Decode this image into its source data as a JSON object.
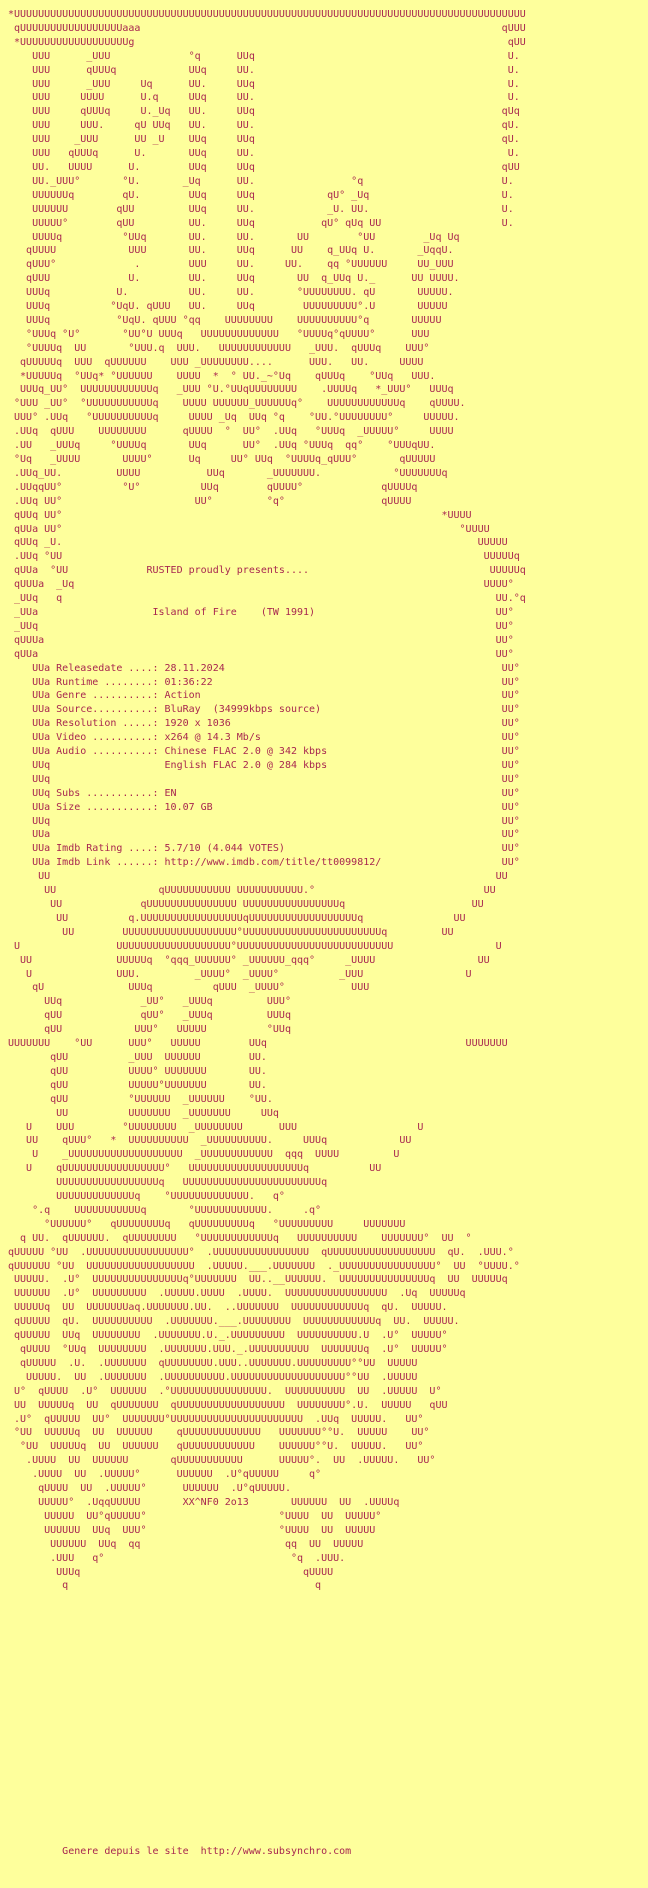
{
  "page": {
    "background_color": "#feff9c",
    "text_color": "#a8274f"
  },
  "header": {
    "presents_line": "RUSTED proudly presents....",
    "release_title": "Island of Fire    (TW 1991)"
  },
  "release_info": {
    "releasedate": "28.11.2024",
    "runtime": "01:36:22",
    "genre": "Action",
    "source": "BluRay  (34999kbps source)",
    "resolution": "1920 x 1036",
    "video": "x264 @ 14.3 Mb/s",
    "audio_1": "Chinese FLAC 2.0 @ 342 kbps",
    "audio_2": "English FLAC 2.0 @ 284 kbps",
    "subs": "EN",
    "size": "10.07 GB",
    "imdb_rating": "5.7/10 (4.044 VOTES)",
    "imdb_link": "http://www.imdb.com/title/tt0099812/"
  },
  "credits": {
    "nfo_tag": "XX^NF0 2o13"
  },
  "nfo": {
    "art_lines": [
      "*UUUUUUUUUUUUUUUUUUUUUUUUUUUUUUUUUUUUUUUUUUUUUUUUUUUUUUUUUUUUUUUUUUUUUUUUUUUUUUUUUUUUU",
      " qUUUUUUUUUUUUUUUUUaaa                                                            qUUU",
      " *UUUUUUUUUUUUUUUUUUg                                                              qUU",
      "    UUU      _UUU             °q      UUq                                          U.",
      "    UUU      qUUUq            UUq     UU.                                          U.",
      "    UUU      _UUU     Uq      UU.     UUq                                          U.",
      "    UUU     UUUU      U.q     UUq     UU.                                          U.",
      "    UUU     qUUUq     U._Uq   UU.     UUq                                         qUq",
      "    UUU     UUU.     qU UUq   UU.     UU.                                         qU.",
      "    UUU    _UUU      UU _U    UUq     UUq                                         qU.",
      "    UUU   qUUUq      U.       UUq     UU.                                          U.",
      "    UU.   UUUU      U.        UUq     UUq                                         qUU",
      "    UU._UUU°       °U.       _Uq      UU.                °q                       U.",
      "    UUUUUUq        qU.        UUq     UUq            qU° _Uq                      U.",
      "    UUUUUU        qUU         UUq     UU.            _U. UU.                      U.",
      "    UUUUU°        qUU         UU.     UUq           qU° qUq UU                    U.",
      "    UUUUq          °UUq       UU.     UU.       UU        °UU        _Uq Uq",
      "   qUUUU            UUU       UU.     UUq      UU    q_UUq U.       _UqqU.",
      "   qUUU°             .        UUU     UU.     UU.    qq °UUUUUU     UU_UUU",
      "   qUUU             U.        UU.     UUq       UU  q_UUq U._      UU UUUU.",
      "   UUUq           U.          UU.     UU.       °UUUUUUUU. qU       UUUUU.",
      "   UUUq          °UqU. qUUU   UU.     UUq        UUUUUUUUU°.U       UUUUU",
      "   UUUq           °UqU. qUUU °qq    UUUUUUUU    UUUUUUUUUU°q       UUUUU",
      "   °UUUq °U°       °UU°U UUUq   UUUUUUUUUUUUU   °UUUUq°qUUUU°      UUU",
      "   °UUUUq  UU       °UUU.q  UUU.   UUUUUUUUUUUU   _UUU.  qUUUq    UUU°",
      "  qUUUUUq  UUU  qUUUUUU    UUU _UUUUUUUU....      UUU.   UU.     UUUU",
      "  *UUUUUq  °UUq* °UUUUUU    UUUU  *  ° UU._~°Uq    qUUUq    °UUq   UUU.",
      "  UUUq_UU°  UUUUUUUUUUUUq   _UUU °U.°UUqUUUUUUUU    .UUUUq   *_UUU°   UUUq",
      " °UUU _UU°  °UUUUUUUUUUUq    UUUU UUUUUU_UUUUUUq°    UUUUUUUUUUUUq    qUUUU.",
      " UUU° .UUq   °UUUUUUUUUUq     UUUU _Uq  UUq °q    °UU.°UUUUUUUU°     UUUUU.",
      " .UUq  qUUU    UUUUUUUU      qUUUU  °  UU°  .UUq   °UUUq  _UUUUU°     UUUU",
      " .UU   _UUUq     °UUUUq       UUq      UU°  .UUq °UUUq  qq°    °UUUqUU.",
      " °Uq   _UUUU       UUUU°      Uq     UU° UUq  °UUUUq_qUUU°       qUUUUU",
      " .UUq_UU.         UUUU           UUq       _UUUUUUU.            °UUUUUUUq",
      " .UUqqUU°          °U°          UUq        qUUUU°             qUUUUq",
      " .UUq UU°                      UU°         °q°                qUUUU",
      " qUUq UU°                                                               *UUUU",
      " qUUa UU°                                                                  °UUUU",
      " qUUq _U.                                                                     UUUUU",
      " .UUq °UU                                                                      UUUUUq",
      " qUUa  °UU             RUSTED proudly presents....                              UUUUUq",
      " qUUUa  _Uq                                                                    UUUU°",
      " _UUq   q                                                                        UU.°q",
      " _UUa                   Island of Fire    (TW 1991)                              UU°",
      " _UUq                                                                            UU°",
      " qUUUa                                                                           UU°",
      " qUUa                                                                            UU°",
      "    UUa Releasedate ....: 28.11.2024                                              UU°",
      "    UUa Runtime ........: 01:36:22                                                UU°",
      "    UUa Genre ..........: Action                                                  UU°",
      "    UUa Source..........: BluRay  (34999kbps source)                              UU°",
      "    UUa Resolution .....: 1920 x 1036                                             UU°",
      "    UUa Video ..........: x264 @ 14.3 Mb/s                                        UU°",
      "    UUa Audio ..........: Chinese FLAC 2.0 @ 342 kbps                             UU°",
      "    UUq                   English FLAC 2.0 @ 284 kbps                             UU°",
      "    UUq                                                                           UU°",
      "    UUq Subs ...........: EN                                                      UU°",
      "    UUa Size ...........: 10.07 GB                                                UU°",
      "    UUq                                                                           UU°",
      "    UUa                                                                           UU°",
      "    UUa Imdb Rating ....: 5.7/10 (4.044 VOTES)                                    UU°",
      "    UUa Imdb Link ......: http://www.imdb.com/title/tt0099812/                    UU°",
      "     UU                                                                          UU",
      "      UU                 qUUUUUUUUUUU UUUUUUUUUUU.°                            UU",
      "       UU             qUUUUUUUUUUUUUUU UUUUUUUUUUUUUUUUq                     UU",
      "        UU          q.UUUUUUUUUUUUUUUUUqUUUUUUUUUUUUUUUUUUq               UU",
      "         UU        UUUUUUUUUUUUUUUUUUU°UUUUUUUUUUUUUUUUUUUUUUUq         UU",
      " U                UUUUUUUUUUUUUUUUUUU°UUUUUUUUUUUUUUUUUUUUUUUUUU                 U",
      "  UU              UUUUUq  °qqq_UUUUUU° _UUUUUU_qqq°     _UUUU                 UU",
      "   U              UUU.         _UUUU°  _UUUU°          _UUU                 U",
      "    qU              UUUq          qUUU  _UUUU°           UUU",
      "      UUq             _UU°   _UUUq         UUU°",
      "      qUU             qUU°   _UUUq         UUUq",
      "      qUU            UUU°   UUUUU          °UUq",
      "UUUUUUU    °UU      UUU°   UUUUU        UUq                                 UUUUUUU",
      "       qUU          _UUU  UUUUUU        UU.",
      "       qUU          UUUU° UUUUUUU       UU.",
      "       qUU          UUUUU°UUUUUUU       UU.",
      "       qUU          °UUUUUU  _UUUUUU    °UU.",
      "        UU          UUUUUUU  _UUUUUUU     UUq",
      "   U    UUU        °UUUUUUUU  _UUUUUUUU      UUU                    U",
      "   UU    qUUU°   *  UUUUUUUUUU  _UUUUUUUUUU.     UUUq            UU",
      "    U    _UUUUUUUUUUUUUUUUUUU  _UUUUUUUUUUUU  qqq  UUUU         U",
      "   U    qUUUUUUUUUUUUUUUUU°   UUUUUUUUUUUUUUUUUUUq          UU",
      "        UUUUUUUUUUUUUUUUUq   UUUUUUUUUUUUUUUUUUUUUUUq",
      "        UUUUUUUUUUUUUq    °UUUUUUUUUUUUU.   q°",
      "    °.q    UUUUUUUUUUUq       °UUUUUUUUUUUU.     .q°",
      "      °UUUUUU°   qUUUUUUUUq   qUUUUUUUUUq   °UUUUUUUUU     UUUUUUU",
      "  q UU.  qUUUUUU.  qUUUUUUUU   °UUUUUUUUUUUUq   UUUUUUUUUU    UUUUUUU°  UU  °",
      "qUUUUU °UU  .UUUUUUUUUUUUUUUUU°  .UUUUUUUUUUUUUUUU  qUUUUUUUUUUUUUUUUUU  qU.  .UUU.°",
      "qUUUUUU °UU  UUUUUUUUUUUUUUUUUU  .UUUUU.___.UUUUUUU  ._UUUUUUUUUUUUUUUU°  UU  °UUUU.°",
      " UUUUU.  .U°  UUUUUUUUUUUUUUUq°UUUUUUU  UU..__UUUUUU.  UUUUUUUUUUUUUUUq  UU  UUUUUq",
      " UUUUUU  .U°  UUUUUUUUU  .UUUUU.UUUU  .UUUU.  UUUUUUUUUUUUUUUUU  .Uq  UUUUUq",
      " UUUUUq  UU  UUUUUUUaq.UUUUUUU.UU.  ..UUUUUUU  UUUUUUUUUUUUq  qU.  UUUUU.",
      " qUUUUU  qU.  UUUUUUUUUU  .UUUUUUU.___.UUUUUUUU  UUUUUUUUUUUUq  UU.  UUUUU.",
      " qUUUUU  UUq  UUUUUUUU  .UUUUUUU.U._.UUUUUUUUU  UUUUUUUUUU.U  .U°  UUUUU°",
      "  qUUUU  °UUq  UUUUUUUU  .UUUUUUU.UUU._.UUUUUUUUUU  UUUUUUUq  .U°  UUUUU°",
      "  qUUUUU  .U.  .UUUUUUU  qUUUUUUUU.UUU..UUUUUUU.UUUUUUUUU°°UU  UUUUU",
      "   UUUUU.  UU  .UUUUUUU  .UUUUUUUUUU.UUUUUUUUUUUUUUUUUUU°°UU  .UUUUU",
      " U°  qUUUU  .U°  UUUUUU  .°UUUUUUUUUUUUUUUU.  UUUUUUUUUU  UU  .UUUUU  U°",
      " UU  UUUUUq  UU  qUUUUUUU  qUUUUUUUUUUUUUUUUUU  UUUUUUUU°.U.  UUUUU   qUU",
      " .U°  qUUUUU  UU°  UUUUUUU°UUUUUUUUUUUUUUUUUUUUUU  .UUq  UUUUU.   UU°",
      " °UU  UUUUUq  UU  UUUUUU    qUUUUUUUUUUUUU   UUUUUUU°°U.  UUUUU    UU°",
      "  °UU  UUUUUq  UU  UUUUUU   qUUUUUUUUUUUU    UUUUUU°°U.  UUUUU.   UU°",
      "   .UUUU  UU  UUUUUU       qUUUUUUUUUUU      UUUUU°.  UU  .UUUUU.   UU°",
      "    .UUUU  UU  .UUUUU°      UUUUUU  .U°qUUUUU     q°",
      "     qUUUU  UU  .UUUUU°      UUUUUU  .U°qUUUUU.",
      "     UUUUU°  .UqqUUUUU       XX^NF0 2o13       UUUUUU  UU  .UUUUq",
      "      UUUUU  UU°qUUUUU°                      °UUUU  UU  UUUUU°",
      "      UUUUUU  UUq  UUU°                      °UUUU  UU  UUUUU",
      "       UUUUUU  UUq  qq                        qq  UU  UUUUU",
      "       .UUU   q°                               °q  .UUU.",
      "        UUUq                                     qUUUU",
      "         q                                         q"
    ]
  },
  "footer": {
    "text": "         Genere depuis le site  http://www.subsynchro.com"
  }
}
